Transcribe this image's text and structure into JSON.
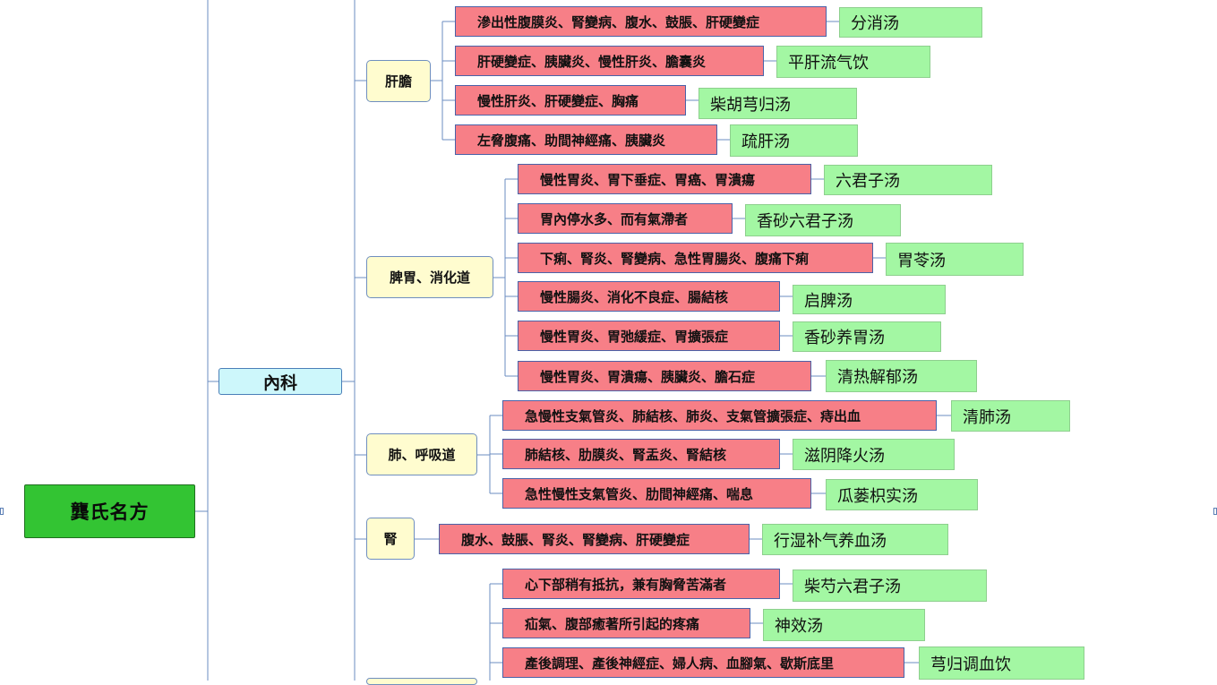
{
  "root": {
    "label": "龔氏名方"
  },
  "level1": {
    "label": "內科"
  },
  "categories": [
    {
      "label": "肝膽",
      "items": [
        {
          "disease": "滲出性腹膜炎、腎變病、腹水、鼓脹、肝硬變症",
          "formula": "分消汤"
        },
        {
          "disease": "肝硬變症、胰臟炎、慢性肝炎、膽囊炎",
          "formula": "平肝流气饮"
        },
        {
          "disease": "慢性肝炎、肝硬變症、胸痛",
          "formula": "柴胡芎归汤"
        },
        {
          "disease": "左脅腹痛、助間神經痛、胰臟炎",
          "formula": "疏肝汤"
        }
      ]
    },
    {
      "label": "脾胃、消化道",
      "items": [
        {
          "disease": "慢性胃炎、胃下垂症、胃癌、胃潰瘍",
          "formula": "六君子汤"
        },
        {
          "disease": "胃內停水多、而有氣滯者",
          "formula": "香砂六君子汤"
        },
        {
          "disease": "下痢、腎炎、腎變病、急性胃腸炎、腹痛下痢",
          "formula": "胃苓汤"
        },
        {
          "disease": "慢性腸炎、消化不良症、腸結核",
          "formula": "启脾汤"
        },
        {
          "disease": "慢性胃炎、胃弛緩症、胃擴張症",
          "formula": "香砂养胃汤"
        },
        {
          "disease": "慢性胃炎、胃潰瘍、胰臟炎、膽石症",
          "formula": "清热解郁汤"
        }
      ]
    },
    {
      "label": "肺、呼吸道",
      "items": [
        {
          "disease": "急慢性支氣管炎、肺結核、肺炎、支氣管擴張症、痔出血",
          "formula": "清肺汤"
        },
        {
          "disease": "肺結核、肋膜炎、腎盂炎、腎結核",
          "formula": "滋阴降火汤"
        },
        {
          "disease": "急性慢性支氣管炎、肋間神經痛、喘息",
          "formula": "瓜蒌枳实汤"
        }
      ]
    },
    {
      "label": "腎",
      "items": [
        {
          "disease": "腹水、鼓脹、腎炎、腎變病、肝硬變症",
          "formula": "行湿补气养血汤"
        }
      ]
    },
    {
      "label": "",
      "items": [
        {
          "disease": "心下部稍有抵抗，兼有胸脅苦滿者",
          "formula": "柴芍六君子汤"
        },
        {
          "disease": "疝氣、腹部癒著所引起的疼痛",
          "formula": "神效汤"
        },
        {
          "disease": "產後調理、產後神經症、婦人病、血腳氣、歇斯底里",
          "formula": "芎归调血饮"
        }
      ]
    }
  ]
}
